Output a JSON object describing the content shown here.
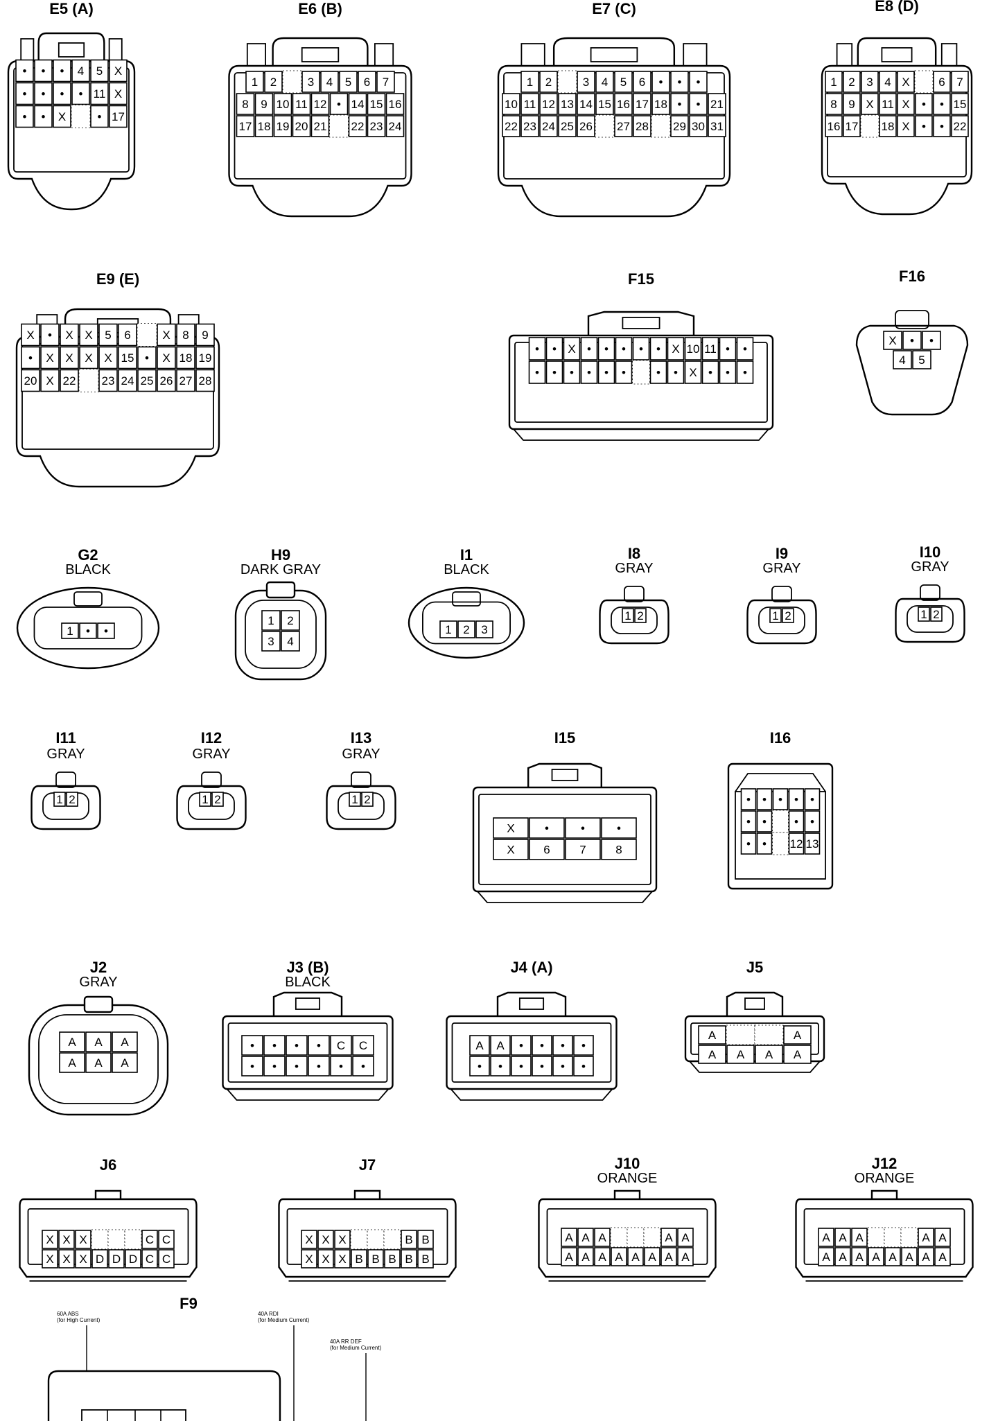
{
  "connectors": [
    {
      "id": "E5",
      "title": "E5 (A)",
      "shape": "tall",
      "rows": [
        [
          "•",
          "•",
          "•",
          "4",
          "5",
          "X"
        ],
        [
          "•",
          "•",
          "•",
          "•",
          "11",
          "X"
        ],
        [
          "•",
          "•",
          "X",
          "",
          "•",
          "17"
        ]
      ]
    },
    {
      "id": "E6",
      "title": "E6 (B)",
      "shape": "tall",
      "rows": [
        [
          "1",
          "2",
          "",
          "3",
          "4",
          "5",
          "6",
          "7"
        ],
        [
          "8",
          "9",
          "10",
          "11",
          "12",
          "•",
          "14",
          "15",
          "16"
        ],
        [
          "17",
          "18",
          "19",
          "20",
          "21",
          "",
          "22",
          "23",
          "24"
        ]
      ]
    },
    {
      "id": "E7",
      "title": "E7 (C)",
      "shape": "tall",
      "rows": [
        [
          "1",
          "2",
          "",
          "3",
          "4",
          "5",
          "6",
          "•",
          "•",
          "•"
        ],
        [
          "10",
          "11",
          "12",
          "13",
          "14",
          "15",
          "16",
          "17",
          "18",
          "•",
          "•",
          "21"
        ],
        [
          "22",
          "23",
          "24",
          "25",
          "26",
          "",
          "27",
          "28",
          "",
          "29",
          "30",
          "31"
        ]
      ]
    },
    {
      "id": "E8",
      "title": "E8 (D)",
      "shape": "tall",
      "rows": [
        [
          "1",
          "2",
          "3",
          "4",
          "X",
          "",
          "6",
          "7"
        ],
        [
          "8",
          "9",
          "X",
          "11",
          "X",
          "•",
          "•",
          "15"
        ],
        [
          "16",
          "17",
          "",
          "18",
          "X",
          "•",
          "•",
          "22"
        ]
      ]
    },
    {
      "id": "E9",
      "title": "E9 (E)",
      "shape": "tall",
      "rows": [
        [
          "X",
          "•",
          "X",
          "X",
          "5",
          "6",
          "",
          "X",
          "8",
          "9"
        ],
        [
          "•",
          "X",
          "X",
          "X",
          "X",
          "15",
          "•",
          "X",
          "18",
          "19"
        ],
        [
          "20",
          "X",
          "22",
          "",
          "23",
          "24",
          "25",
          "26",
          "27",
          "28"
        ]
      ]
    },
    {
      "id": "F15",
      "title": "F15",
      "shape": "wide",
      "rows": [
        [
          "•",
          "•",
          "X",
          "•",
          "•",
          "•",
          "•",
          "•",
          "X",
          "10",
          "11",
          "•",
          "•"
        ],
        [
          "•",
          "•",
          "•",
          "•",
          "•",
          "•",
          "",
          "•",
          "•",
          "X",
          "•",
          "•",
          "•"
        ]
      ]
    },
    {
      "id": "F16",
      "title": "F16",
      "shape": "pent",
      "rows": [
        [
          "X",
          "•",
          "•"
        ],
        [
          "4",
          "5"
        ]
      ]
    },
    {
      "id": "G2",
      "title": "G2",
      "sub": "BLACK",
      "shape": "oval",
      "rows": [
        [
          "1",
          "•",
          "•"
        ]
      ]
    },
    {
      "id": "H9",
      "title": "H9",
      "sub": "DARK GRAY",
      "shape": "round",
      "rows": [
        [
          "1",
          "2"
        ],
        [
          "3",
          "4"
        ]
      ]
    },
    {
      "id": "I1",
      "title": "I1",
      "sub": "BLACK",
      "shape": "oval",
      "rows": [
        [
          "1",
          "2",
          "3"
        ]
      ]
    },
    {
      "id": "I8",
      "title": "I8",
      "sub": "GRAY",
      "shape": "small",
      "rows": [
        [
          "1",
          "2"
        ]
      ]
    },
    {
      "id": "I9",
      "title": "I9",
      "sub": "GRAY",
      "shape": "small",
      "rows": [
        [
          "1",
          "2"
        ]
      ]
    },
    {
      "id": "I10",
      "title": "I10",
      "sub": "GRAY",
      "shape": "small",
      "rows": [
        [
          "1",
          "2"
        ]
      ]
    },
    {
      "id": "I11",
      "title": "I11",
      "sub": "GRAY",
      "shape": "small",
      "rows": [
        [
          "1",
          "2"
        ]
      ]
    },
    {
      "id": "I12",
      "title": "I12",
      "sub": "GRAY",
      "shape": "small",
      "rows": [
        [
          "1",
          "2"
        ]
      ]
    },
    {
      "id": "I13",
      "title": "I13",
      "sub": "GRAY",
      "shape": "small",
      "rows": [
        [
          "1",
          "2"
        ]
      ]
    },
    {
      "id": "I15",
      "title": "I15",
      "shape": "wide",
      "rows": [
        [
          "X",
          "•",
          "•",
          "•"
        ],
        [
          "X",
          "6",
          "7",
          "8"
        ]
      ]
    },
    {
      "id": "I16",
      "title": "I16",
      "shape": "box",
      "rows": [
        [
          "•",
          "•",
          "•",
          "•",
          "•"
        ],
        [
          "•",
          "•",
          "",
          "•",
          "•"
        ],
        [
          "•",
          "•",
          "",
          "12",
          "13"
        ]
      ]
    },
    {
      "id": "J2",
      "title": "J2",
      "sub": "GRAY",
      "shape": "round",
      "rows": [
        [
          "A",
          "A",
          "A"
        ],
        [
          "A",
          "A",
          "A"
        ]
      ]
    },
    {
      "id": "J3",
      "title": "J3 (B)",
      "sub": "BLACK",
      "shape": "wide",
      "rows": [
        [
          "•",
          "•",
          "•",
          "•",
          "C",
          "C"
        ],
        [
          "•",
          "•",
          "•",
          "•",
          "•",
          "•"
        ]
      ]
    },
    {
      "id": "J4",
      "title": "J4 (A)",
      "shape": "wide",
      "rows": [
        [
          "A",
          "A",
          "•",
          "•",
          "•",
          "•"
        ],
        [
          "•",
          "•",
          "•",
          "•",
          "•",
          "•"
        ]
      ]
    },
    {
      "id": "J5",
      "title": "J5",
      "shape": "wide",
      "rows": [
        [
          "A",
          "",
          "",
          "A"
        ],
        [
          "A",
          "A",
          "A",
          "A"
        ]
      ]
    },
    {
      "id": "J6",
      "title": "J6",
      "shape": "bus",
      "rows": [
        [
          "X",
          "X",
          "X",
          "",
          "",
          "",
          "C",
          "C"
        ],
        [
          "X",
          "X",
          "X",
          "D",
          "D",
          "D",
          "C",
          "C"
        ]
      ]
    },
    {
      "id": "J7",
      "title": "J7",
      "shape": "bus",
      "rows": [
        [
          "X",
          "X",
          "X",
          "",
          "",
          "",
          "B",
          "B"
        ],
        [
          "X",
          "X",
          "X",
          "B",
          "B",
          "B",
          "B",
          "B"
        ]
      ]
    },
    {
      "id": "J10",
      "title": "J10",
      "sub": "ORANGE",
      "shape": "bus",
      "rows": [
        [
          "A",
          "A",
          "A",
          "",
          "",
          "",
          "A",
          "A"
        ],
        [
          "A",
          "A",
          "A",
          "A",
          "A",
          "A",
          "A",
          "A"
        ]
      ]
    },
    {
      "id": "J12",
      "title": "J12",
      "sub": "ORANGE",
      "shape": "bus",
      "rows": [
        [
          "A",
          "A",
          "A",
          "",
          "",
          "",
          "A",
          "A"
        ],
        [
          "A",
          "A",
          "A",
          "A",
          "A",
          "A",
          "A",
          "A"
        ]
      ]
    }
  ],
  "fuse_block": {
    "title": "F9",
    "labels": [
      {
        "line1": "60A ABS",
        "line2": "(for High Current)"
      },
      {
        "line1": "40A RDI",
        "line2": "(for Medium Current)"
      },
      {
        "line1": "40A RR DEF",
        "line2": "(for Medium Current)"
      }
    ]
  }
}
